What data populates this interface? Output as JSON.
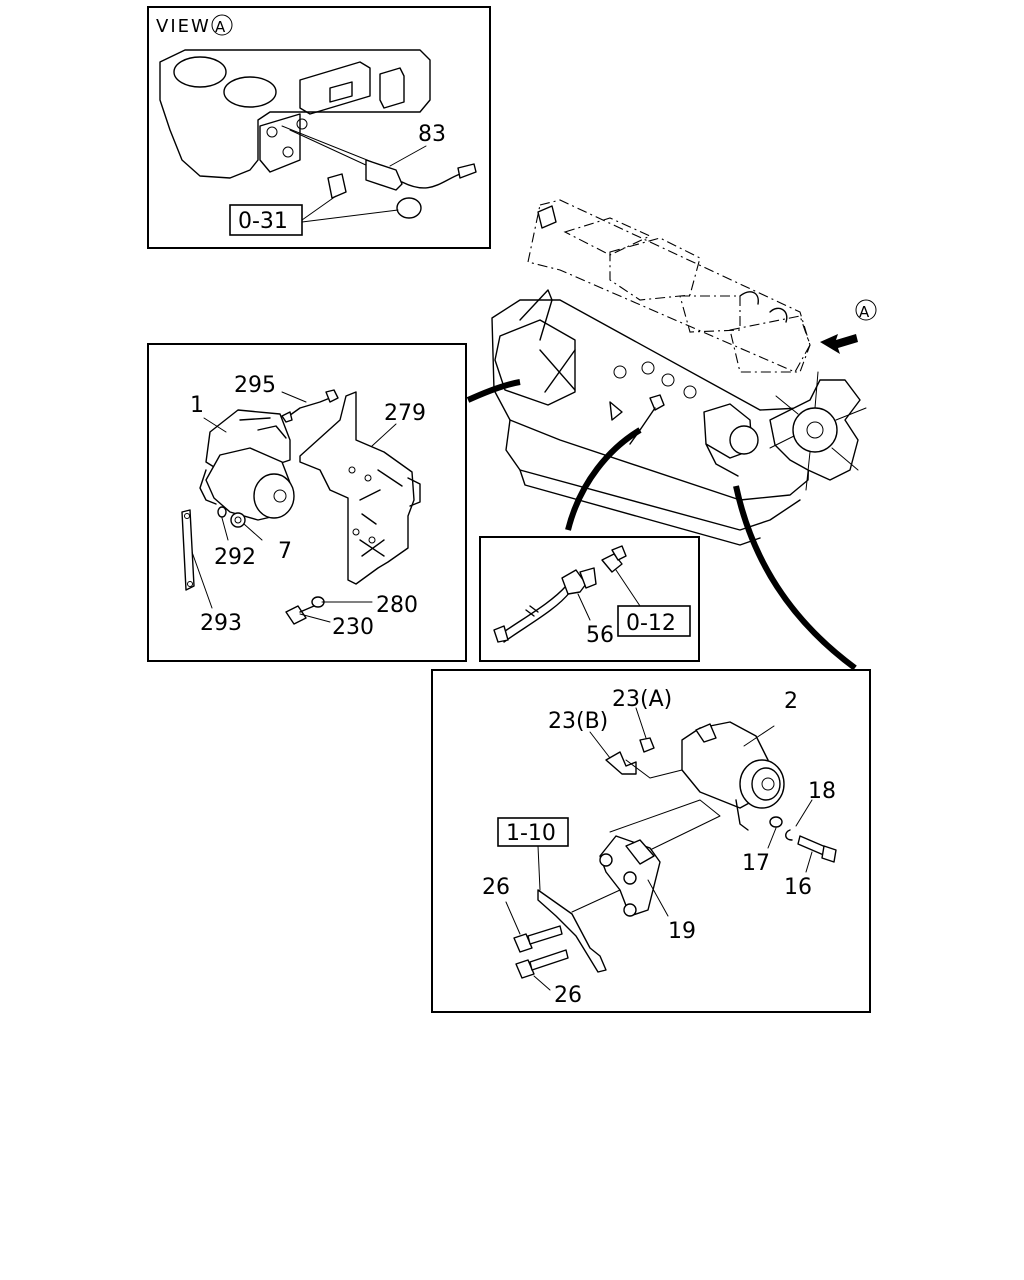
{
  "view_title": "VIEW",
  "view_marker": "A",
  "engine_marker": "A",
  "labels": {
    "p83": "83",
    "ref_0_31": "0-31",
    "p295": "295",
    "p1": "1",
    "p279": "279",
    "p292": "292",
    "p7": "7",
    "p293": "293",
    "p280": "280",
    "p230": "230",
    "p56": "56",
    "ref_0_12": "0-12",
    "p2": "2",
    "p23a": "23(A)",
    "p23b": "23(B)",
    "p18": "18",
    "p17": "17",
    "p16": "16",
    "ref_1_10": "1-10",
    "p26_top": "26",
    "p26_bottom": "26",
    "p19": "19"
  }
}
